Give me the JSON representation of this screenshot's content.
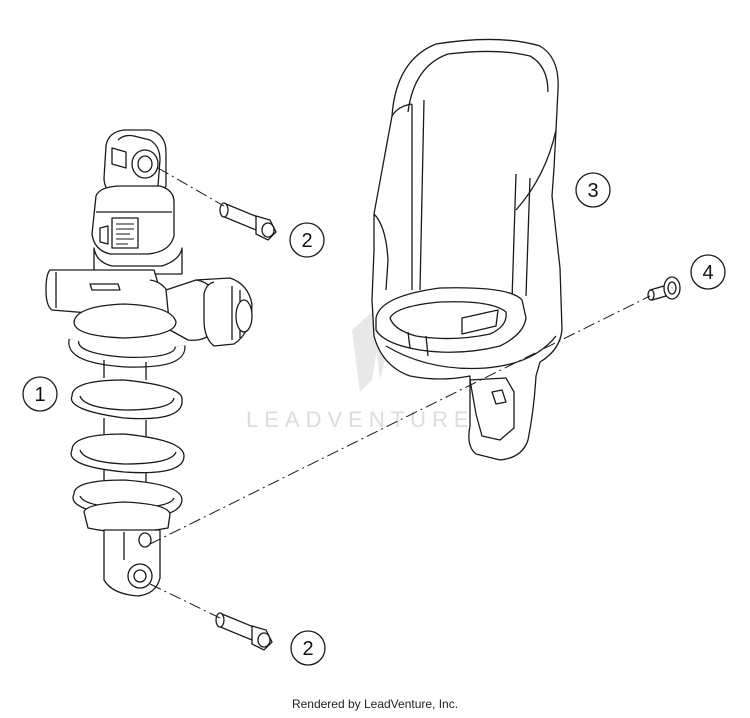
{
  "diagram": {
    "callouts": [
      {
        "id": "1",
        "label": "1"
      },
      {
        "id": "2a",
        "label": "2"
      },
      {
        "id": "3",
        "label": "3"
      },
      {
        "id": "4",
        "label": "4"
      },
      {
        "id": "2b",
        "label": "2"
      }
    ],
    "watermark": "LEADVENTURE",
    "colors": {
      "line": "#1a1a1a",
      "watermark": "#d9d9d9",
      "background": "#ffffff"
    }
  },
  "footer": {
    "credit": "Rendered by LeadVenture, Inc."
  }
}
